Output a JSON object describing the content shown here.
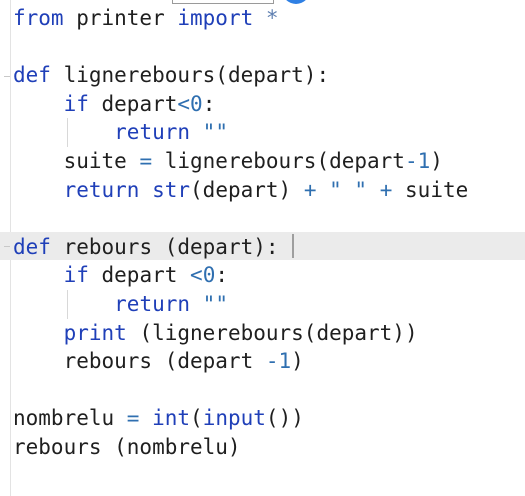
{
  "code": {
    "lines": [
      [
        {
          "t": "from",
          "c": "kw"
        },
        {
          "t": " printer ",
          "c": ""
        },
        {
          "t": "import",
          "c": "kw"
        },
        {
          "t": " ",
          "c": ""
        },
        {
          "t": "*",
          "c": "star"
        }
      ],
      [],
      [
        {
          "t": "def",
          "c": "kw"
        },
        {
          "t": " lignerebours(depart):",
          "c": ""
        }
      ],
      [
        {
          "t": "    ",
          "c": ""
        },
        {
          "t": "if",
          "c": "kw"
        },
        {
          "t": " depart",
          "c": ""
        },
        {
          "t": "<",
          "c": "op"
        },
        {
          "t": "0",
          "c": "num"
        },
        {
          "t": ":",
          "c": ""
        }
      ],
      [
        {
          "t": "        ",
          "c": ""
        },
        {
          "t": "return",
          "c": "kw"
        },
        {
          "t": " ",
          "c": ""
        },
        {
          "t": "\"\"",
          "c": "str"
        }
      ],
      [
        {
          "t": "    suite ",
          "c": ""
        },
        {
          "t": "=",
          "c": "op"
        },
        {
          "t": " lignerebours(depart",
          "c": ""
        },
        {
          "t": "-",
          "c": "op"
        },
        {
          "t": "1",
          "c": "num"
        },
        {
          "t": ")",
          "c": ""
        }
      ],
      [
        {
          "t": "    ",
          "c": ""
        },
        {
          "t": "return",
          "c": "kw"
        },
        {
          "t": " ",
          "c": ""
        },
        {
          "t": "str",
          "c": "fn"
        },
        {
          "t": "(depart) ",
          "c": ""
        },
        {
          "t": "+",
          "c": "op"
        },
        {
          "t": " ",
          "c": ""
        },
        {
          "t": "\" \"",
          "c": "str"
        },
        {
          "t": " ",
          "c": ""
        },
        {
          "t": "+",
          "c": "op"
        },
        {
          "t": " suite",
          "c": ""
        }
      ],
      [],
      [
        {
          "t": "def",
          "c": "kw"
        },
        {
          "t": " rebours (depart):",
          "c": ""
        }
      ],
      [
        {
          "t": "    ",
          "c": ""
        },
        {
          "t": "if",
          "c": "kw"
        },
        {
          "t": " depart ",
          "c": ""
        },
        {
          "t": "<",
          "c": "op"
        },
        {
          "t": "0",
          "c": "num"
        },
        {
          "t": ":",
          "c": ""
        }
      ],
      [
        {
          "t": "        ",
          "c": ""
        },
        {
          "t": "return",
          "c": "kw"
        },
        {
          "t": " ",
          "c": ""
        },
        {
          "t": "\"\"",
          "c": "str"
        }
      ],
      [
        {
          "t": "    ",
          "c": ""
        },
        {
          "t": "print",
          "c": "fn"
        },
        {
          "t": " (lignerebours(depart))",
          "c": ""
        }
      ],
      [
        {
          "t": "    rebours (depart ",
          "c": ""
        },
        {
          "t": "-1",
          "c": "num"
        },
        {
          "t": ")",
          "c": ""
        }
      ],
      [],
      [
        {
          "t": "nombrelu ",
          "c": ""
        },
        {
          "t": "=",
          "c": "op"
        },
        {
          "t": " ",
          "c": ""
        },
        {
          "t": "int",
          "c": "fn"
        },
        {
          "t": "(",
          "c": ""
        },
        {
          "t": "input",
          "c": "fn"
        },
        {
          "t": "())",
          "c": ""
        }
      ],
      [
        {
          "t": "rebours (nombrelu)",
          "c": ""
        }
      ]
    ]
  }
}
